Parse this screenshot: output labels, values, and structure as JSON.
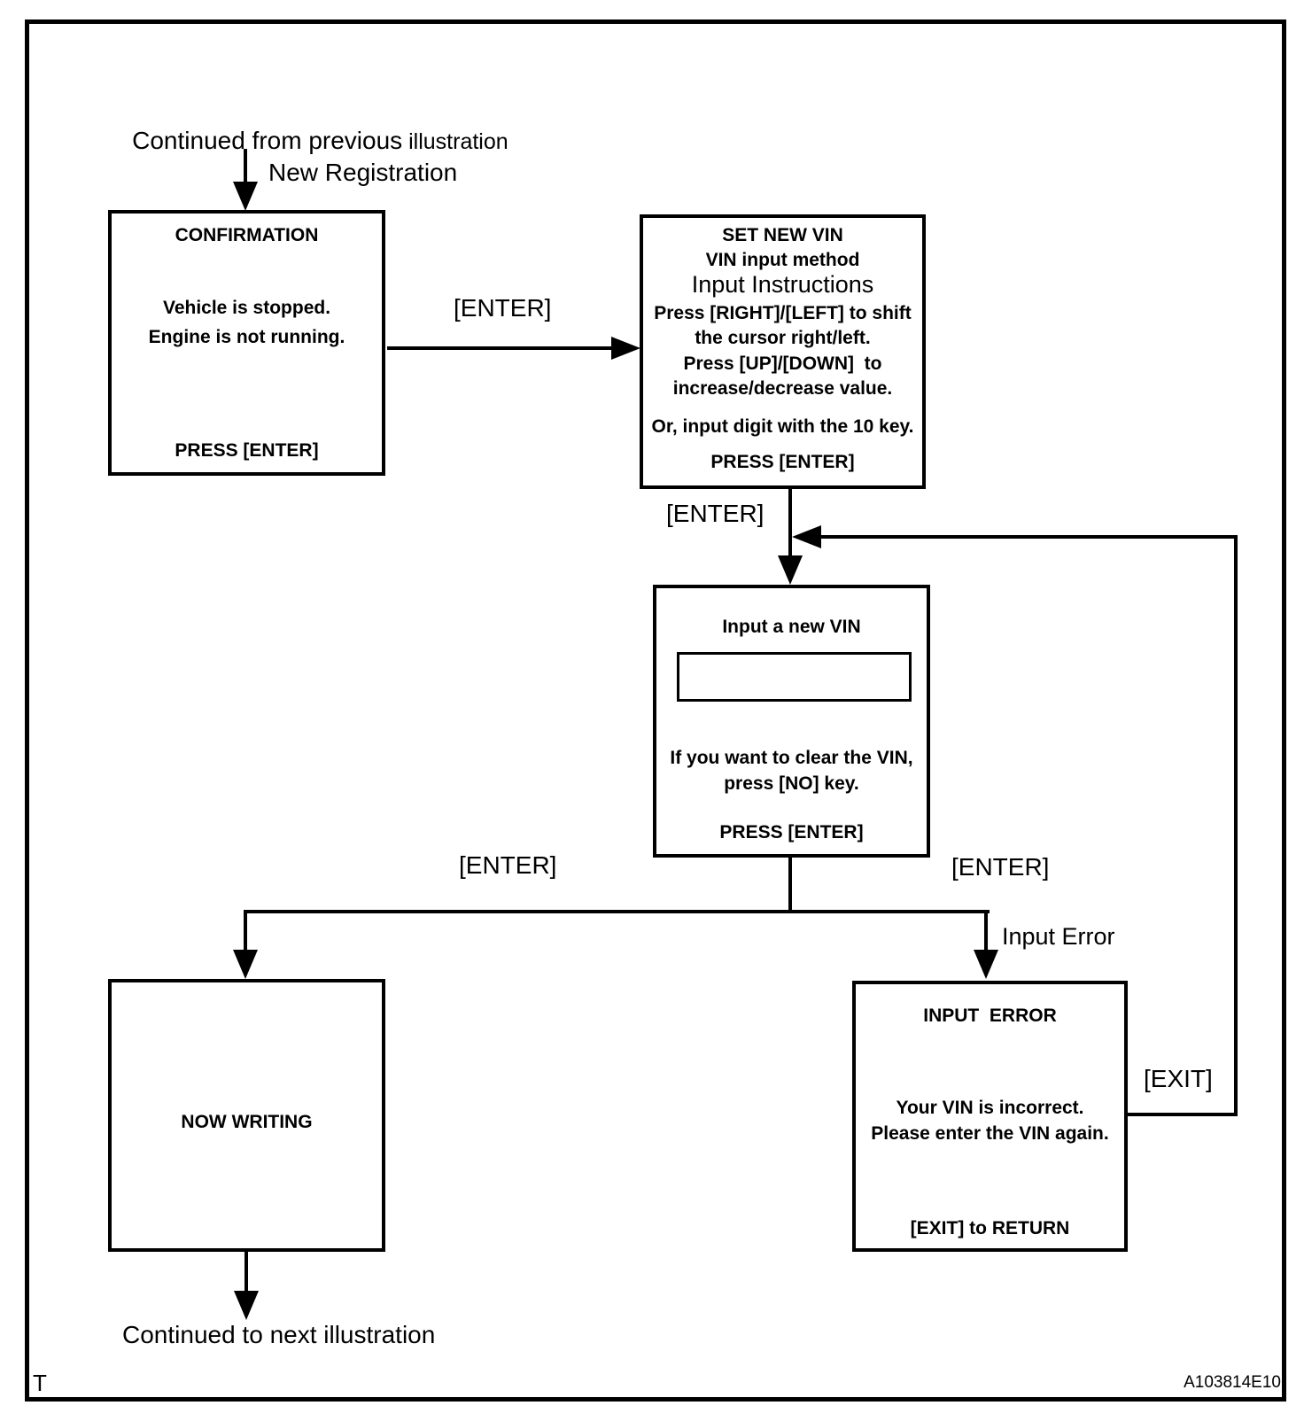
{
  "page": {
    "marker": "T",
    "figure_code": "A103814E10"
  },
  "labels": {
    "continued_from_part1": "Continued from previous",
    "continued_from_part2": " illustration",
    "new_registration": "New Registration",
    "enter_1": "[ENTER]",
    "enter_2": "[ENTER]",
    "enter_3": "[ENTER]",
    "enter_4": "[ENTER]",
    "input_error": "Input Error",
    "exit": "[EXIT]",
    "continued_to": "Continued to next illustration"
  },
  "boxes": {
    "confirmation": {
      "title": "CONFIRMATION",
      "lines": [
        "Vehicle is stopped.",
        "Engine is not running."
      ],
      "footer": "PRESS [ENTER]"
    },
    "set_new_vin": {
      "title": "SET NEW VIN",
      "subtitle": "VIN input method",
      "heading": "Input Instructions",
      "lines": [
        "Press [RIGHT]/[LEFT] to shift",
        "the cursor right/left.",
        "Press [UP]/[DOWN]  to",
        "increase/decrease value.",
        "Or, input digit with the 10 key."
      ],
      "footer": "PRESS [ENTER]"
    },
    "input_new_vin": {
      "title": "Input a new VIN",
      "input_value": "",
      "lines": [
        "If you want to clear the VIN,",
        "press [NO] key."
      ],
      "footer": "PRESS [ENTER]"
    },
    "now_writing": {
      "title": "NOW WRITING"
    },
    "input_error": {
      "title": "INPUT  ERROR",
      "lines": [
        "Your VIN is incorrect.",
        "Please enter the VIN again."
      ],
      "footer": "[EXIT] to RETURN"
    }
  }
}
